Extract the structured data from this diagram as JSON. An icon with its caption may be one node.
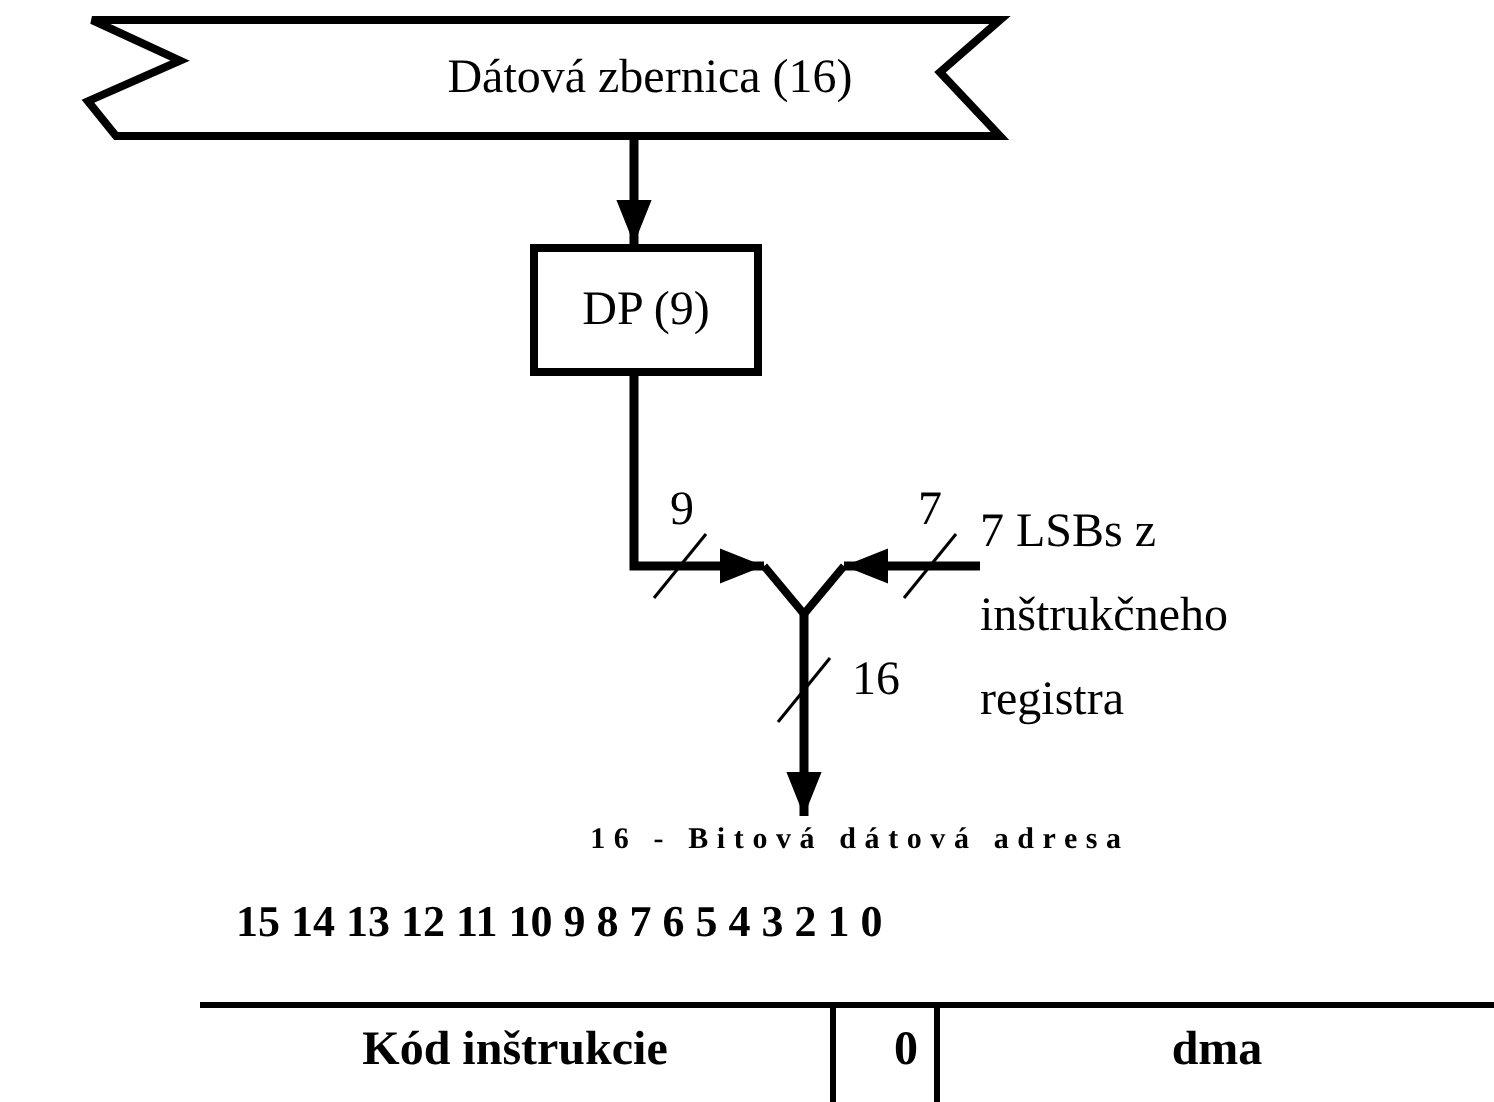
{
  "diagram": {
    "nodes": [
      {
        "text": [
          "Dátová zbernica (16)"
        ]
      },
      {
        "text": [
          "DP (9)"
        ]
      },
      {
        "text": [],
        "shape": "junction"
      },
      {
        "text": [
          "7 LSBs z inštrukčneho registra"
        ]
      },
      {
        "text": [
          "16 - Bitová dátová adresa"
        ]
      }
    ],
    "edges": [
      {
        "from": 0,
        "to": 1,
        "arrow": "to"
      },
      {
        "from": 1,
        "to": 2,
        "arrow": "to",
        "label": "9"
      },
      {
        "from": 3,
        "to": 2,
        "arrow": "to",
        "label": "7"
      },
      {
        "from": 2,
        "to": 4,
        "arrow": "to",
        "label": "16"
      }
    ],
    "labels": [
      "15 14 13 12 11 10 9 8 7 6 5 4 3 2 1 0",
      "Kód inštrukcie",
      "0",
      "dma"
    ]
  }
}
